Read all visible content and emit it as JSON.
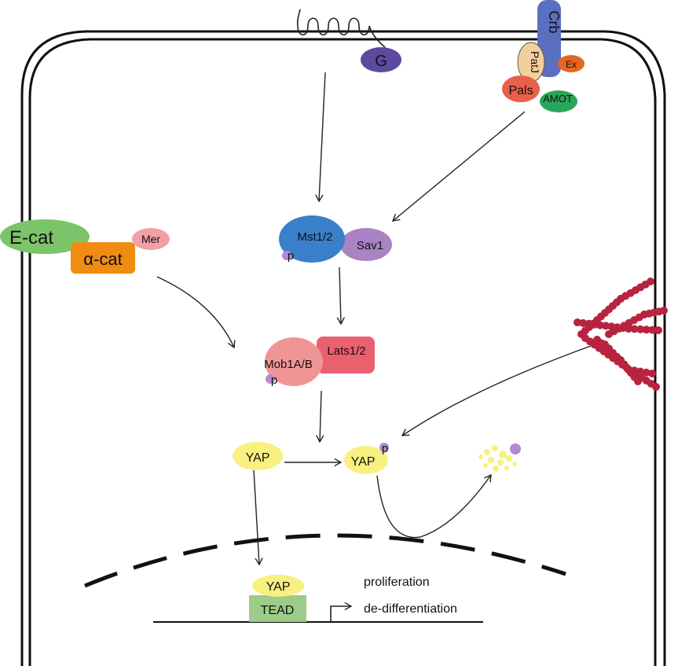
{
  "labels": {
    "g_protein": "G",
    "crb": "Crb",
    "patj": "PatJ",
    "ex": "Ex",
    "pals": "Pals",
    "amot": "AMOT",
    "ecat": "E-cat",
    "acat": "α-cat",
    "mer": "Mer",
    "mst": "Mst1/2",
    "sav": "Sav1",
    "mob": "Mob1A/B",
    "lats": "Lats1/2",
    "phospho": "p",
    "yap": "YAP",
    "tead": "TEAD",
    "outcome_1": "proliferation",
    "outcome_2": "de-differentiation"
  },
  "colors": {
    "g_protein": "#5b4a9e",
    "crb": "#5a6fc0",
    "patj": "#f3cf9c",
    "ex": "#e8651f",
    "pals": "#e8604a",
    "amot": "#2aa65a",
    "ecat": "#7cc46a",
    "acat": "#f08c12",
    "mer": "#f1a0a5",
    "mst": "#3a7fc9",
    "sav": "#a983c4",
    "mob": "#f09595",
    "lats": "#e9606f",
    "phospho": "#b38ad0",
    "yap": "#f8f080",
    "tead": "#9ccc88",
    "actin": "#b8233f"
  }
}
